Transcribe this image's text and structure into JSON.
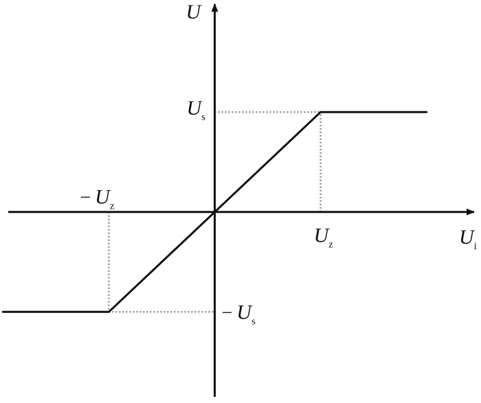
{
  "chart_data": {
    "type": "line",
    "title": "",
    "xlabel": {
      "main": "U",
      "sub": "i"
    },
    "ylabel": {
      "main": "U",
      "sub": ""
    },
    "grid": false,
    "legend": "none",
    "x_domain": [
      -1.95,
      2.45
    ],
    "y_domain": [
      -1.85,
      2.08
    ],
    "series": [
      {
        "x": [
          -2.0,
          -1,
          1,
          2.0
        ],
        "y": [
          -1,
          -1,
          1,
          1
        ]
      }
    ],
    "guides": [
      {
        "from": [
          1,
          0
        ],
        "to": [
          1,
          1
        ]
      },
      {
        "from": [
          0,
          1
        ],
        "to": [
          1,
          1
        ]
      },
      {
        "from": [
          -1,
          0
        ],
        "to": [
          -1,
          -1
        ]
      },
      {
        "from": [
          -1,
          -1
        ],
        "to": [
          0,
          -1
        ]
      }
    ],
    "annotations": [
      {
        "id": "us",
        "minus": "",
        "main": "U",
        "sub": "s"
      },
      {
        "id": "neg-us",
        "minus": "−",
        "main": "U",
        "sub": "s"
      },
      {
        "id": "uz",
        "minus": "",
        "main": "U",
        "sub": "z"
      },
      {
        "id": "neg-uz",
        "minus": "−",
        "main": "U",
        "sub": "z"
      }
    ],
    "colors": {
      "line": "#111111",
      "guide": "#888888",
      "axis": "#111111"
    }
  }
}
